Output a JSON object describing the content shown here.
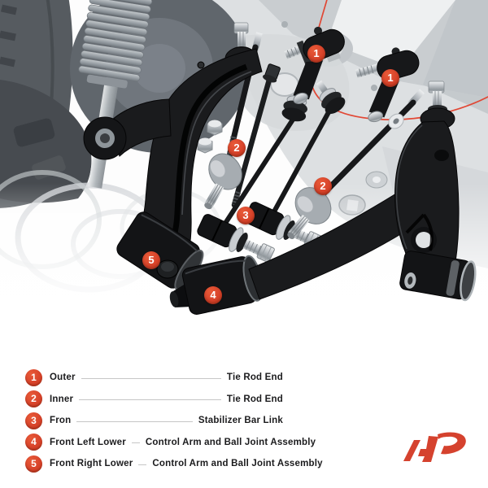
{
  "photo": {
    "description": "Front suspension kit parts over grayscale underbody photo",
    "markers": [
      {
        "num": "1"
      },
      {
        "num": "1"
      },
      {
        "num": "2"
      },
      {
        "num": "2"
      },
      {
        "num": "3"
      },
      {
        "num": "5"
      },
      {
        "num": "4"
      }
    ]
  },
  "legend": {
    "rows": [
      {
        "num": "1",
        "label": "Outer",
        "value": "Tie Rod End"
      },
      {
        "num": "2",
        "label": "Inner",
        "value": "Tie Rod End"
      },
      {
        "num": "3",
        "label": "Fron",
        "value": "Stabilizer Bar Link"
      },
      {
        "num": "4",
        "label": "Front Left Lower",
        "value": "Control Arm and Ball Joint Assembly"
      },
      {
        "num": "5",
        "label": "Front Right Lower",
        "value": "Control Arm and Ball Joint Assembly"
      }
    ]
  },
  "colors": {
    "accent_red": "#d8432a",
    "curve_red": "#e23f2b",
    "logo_red": "#d5422e",
    "leader_gray": "#c6c6c6",
    "text": "#1b1b1d"
  }
}
